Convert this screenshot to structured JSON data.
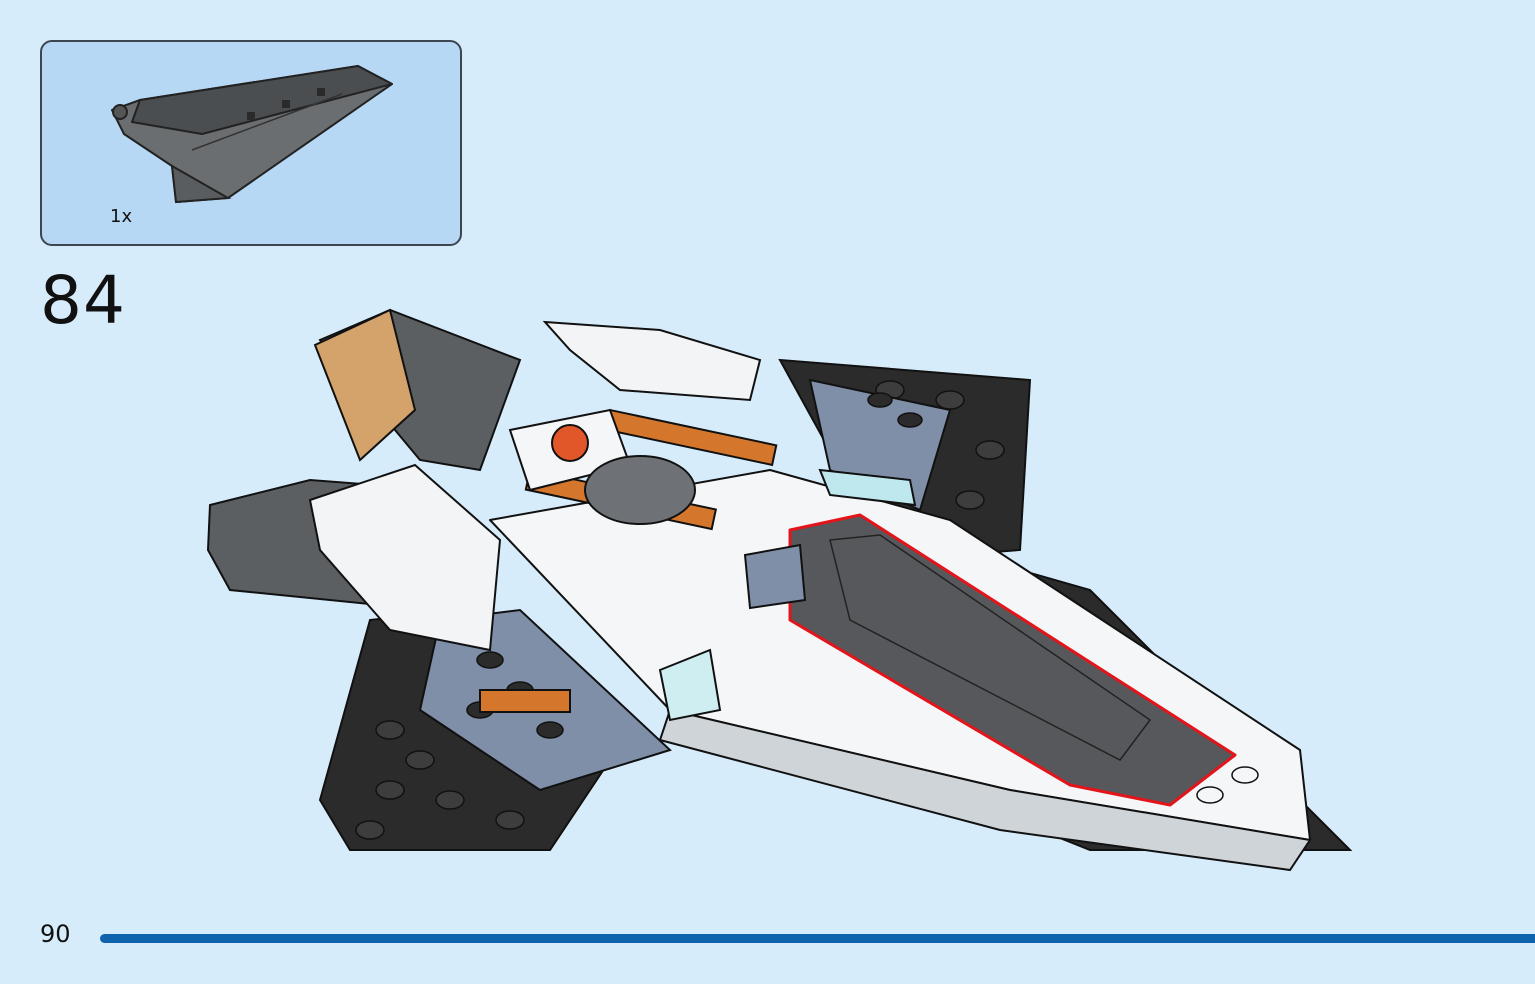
{
  "parts_callout": {
    "quantity_label": "1x",
    "part_icon": "dark-gray-wing-wedge-piece"
  },
  "step": {
    "number": "84"
  },
  "model_icon": "spaceship-build-illustration",
  "page": {
    "number": "90"
  },
  "colors": {
    "background": "#d7ecfb",
    "callout_fill": "#b6d8f4",
    "progress_bar": "#0f63ad",
    "highlight_outline": "#e3141a"
  }
}
